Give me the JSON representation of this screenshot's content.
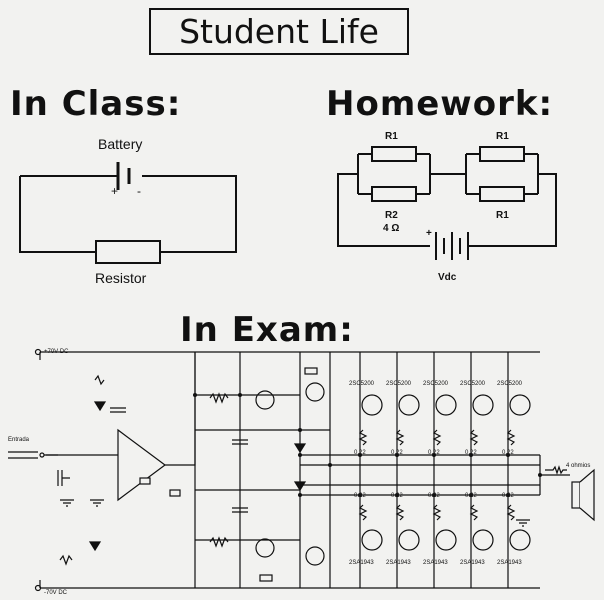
{
  "title": "Student Life",
  "class_section": {
    "heading": "In Class:",
    "battery_label": "Battery",
    "plus": "+",
    "minus": "-",
    "resistor_label": "Resistor"
  },
  "homework_section": {
    "heading": "Homework:",
    "r1_top_left": "R1",
    "r1_top_right": "R1",
    "r2": "R2",
    "r2_value": "4 Ω",
    "r1_bottom_right": "R1",
    "plus": "+",
    "source": "Vdc"
  },
  "exam_section": {
    "heading": "In Exam:",
    "supply_pos": "+70V DC",
    "supply_neg": "-70V DC",
    "input": "Entrada",
    "output": "4 ohmios",
    "transistor_top": [
      "2SC5200",
      "2SC5200",
      "2SC5200",
      "2SC5200",
      "2SC5200"
    ],
    "transistor_bottom": [
      "2SA1943",
      "2SA1943",
      "2SA1943",
      "2SA1943",
      "2SA1943"
    ],
    "emitter_resistor": "0.22"
  }
}
